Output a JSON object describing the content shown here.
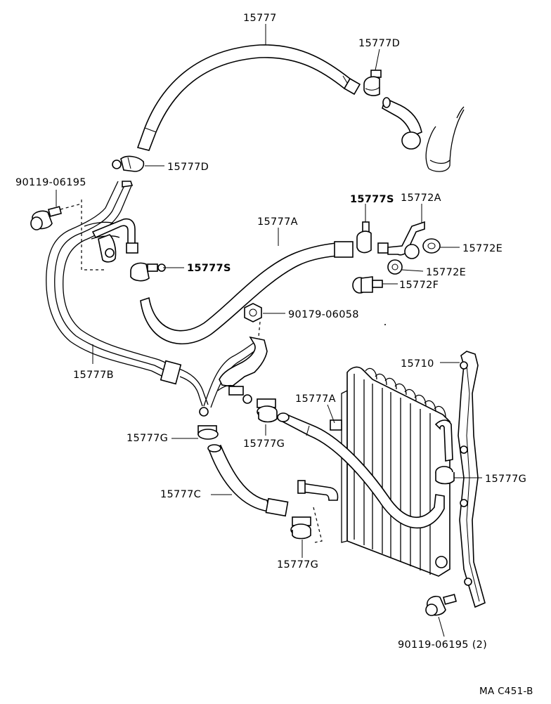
{
  "labels": {
    "hose_top": "15777",
    "clamp_top_right": "15777D",
    "clamp_top_left": "15777D",
    "bolt_left": "90119-06195",
    "clamp_s_right": "15777S",
    "bracket_a": "15772A",
    "hose_a_upper": "15777A",
    "cushion_e1": "15772E",
    "clamp_s_left": "15777S",
    "cushion_e2": "15772E",
    "bolt_f": "15772F",
    "nut": "90179-06058",
    "tube_b": "15777B",
    "cooler": "15710",
    "hose_a_lower": "15777A",
    "clamp_g_left": "15777G",
    "clamp_g_mid": "15777G",
    "clamp_g_right": "15777G",
    "hose_c": "15777C",
    "clamp_g_bottom": "15777G",
    "bolt_bottom": "90119-06195 (2)",
    "figure_code": "MA C451-B"
  },
  "colors": {
    "line": "#000000",
    "background": "#ffffff"
  }
}
